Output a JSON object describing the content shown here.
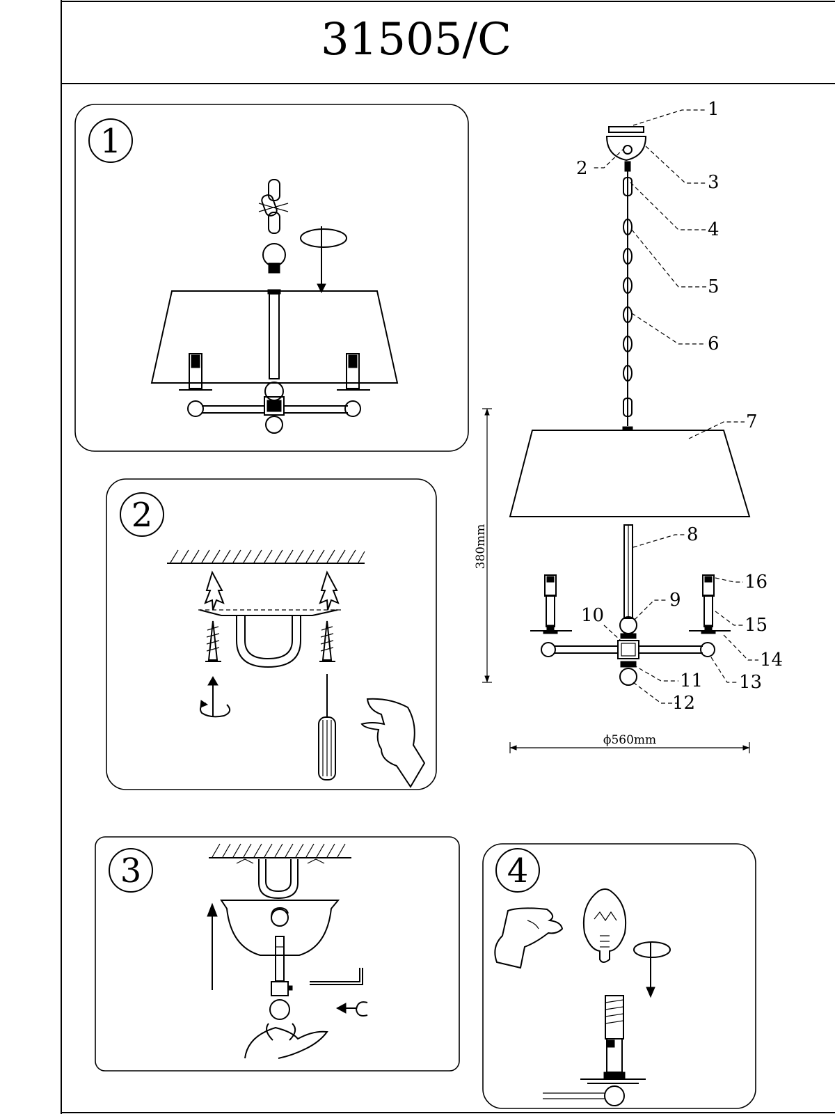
{
  "title": "31505/C",
  "steps": [
    {
      "number": "1"
    },
    {
      "number": "2"
    },
    {
      "number": "3"
    },
    {
      "number": "4"
    }
  ],
  "callouts": [
    "1",
    "2",
    "3",
    "4",
    "5",
    "6",
    "7",
    "8",
    "9",
    "10",
    "11",
    "12",
    "13",
    "14",
    "15",
    "16"
  ],
  "dimensions": {
    "height": "380mm",
    "diameter": "ϕ560mm"
  }
}
